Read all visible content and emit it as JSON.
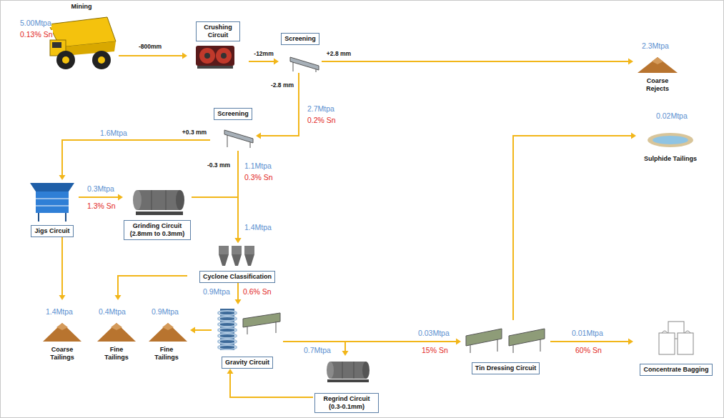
{
  "diagram": {
    "nodes": [
      {
        "text": [
          "Mining"
        ]
      },
      {
        "text": [
          "Crushing Circuit"
        ]
      },
      {
        "text": [
          "Screening"
        ]
      },
      {
        "text": [
          "Coarse Rejects"
        ]
      },
      {
        "text": [
          "Screening"
        ]
      },
      {
        "text": [
          "Jigs Circuit"
        ]
      },
      {
        "text": [
          "Grinding Circuit (2.8mm to 0.3mm)"
        ]
      },
      {
        "text": [
          "Cyclone Classification"
        ]
      },
      {
        "text": [
          "Coarse Tailings"
        ]
      },
      {
        "text": [
          "Fine Tailings"
        ]
      },
      {
        "text": [
          "Fine Tailings"
        ]
      },
      {
        "text": [
          "Gravity Circuit"
        ]
      },
      {
        "text": [
          "Regrind Circuit (0.3-0.1mm)"
        ]
      },
      {
        "text": [
          "Tin Dressing Circuit"
        ]
      },
      {
        "text": [
          "Sulphide Tailings"
        ]
      },
      {
        "text": [
          "Concentrate Bagging"
        ]
      }
    ],
    "edges": [
      {
        "from": 0,
        "to": 1,
        "arrow": "to",
        "label": "-800mm"
      },
      {
        "from": 1,
        "to": 2,
        "arrow": "to",
        "label": "-12mm"
      },
      {
        "from": 2,
        "to": 3,
        "arrow": "to",
        "label": "+2.8 mm"
      },
      {
        "from": 2,
        "to": 4,
        "arrow": "to",
        "label": "-2.8 mm"
      },
      {
        "from": 4,
        "to": 5,
        "arrow": "to",
        "label": "+0.3 mm"
      },
      {
        "from": 4,
        "to": 7,
        "arrow": "to",
        "label": "-0.3 mm"
      },
      {
        "from": 5,
        "to": 6,
        "arrow": "to"
      },
      {
        "from": 6,
        "to": 7,
        "arrow": "to"
      },
      {
        "from": 5,
        "to": 8,
        "arrow": "to"
      },
      {
        "from": 7,
        "to": 9,
        "arrow": "to"
      },
      {
        "from": 7,
        "to": 11,
        "arrow": "to"
      },
      {
        "from": 11,
        "to": 10,
        "arrow": "to"
      },
      {
        "from": 11,
        "to": 13,
        "arrow": "to"
      },
      {
        "from": 11,
        "to": 12,
        "arrow": "to"
      },
      {
        "from": 12,
        "to": 11,
        "arrow": "to"
      },
      {
        "from": 13,
        "to": 14,
        "arrow": "to"
      },
      {
        "from": 13,
        "to": 15,
        "arrow": "to"
      }
    ],
    "labels": [
      "5.00Mtpa",
      "0.13% Sn",
      "2.3Mtpa",
      "2.7Mtpa",
      "0.2% Sn",
      "0.02Mtpa",
      "1.6Mtpa",
      "1.1Mtpa",
      "0.3% Sn",
      "0.3Mtpa",
      "1.3% Sn",
      "1.4Mtpa",
      "0.9Mtpa",
      "0.6% Sn",
      "1.4Mtpa",
      "0.4Mtpa",
      "0.9Mtpa",
      "0.03Mtpa",
      "15% Sn",
      "0.7Mtpa",
      "0.01Mtpa",
      "60% Sn"
    ]
  }
}
